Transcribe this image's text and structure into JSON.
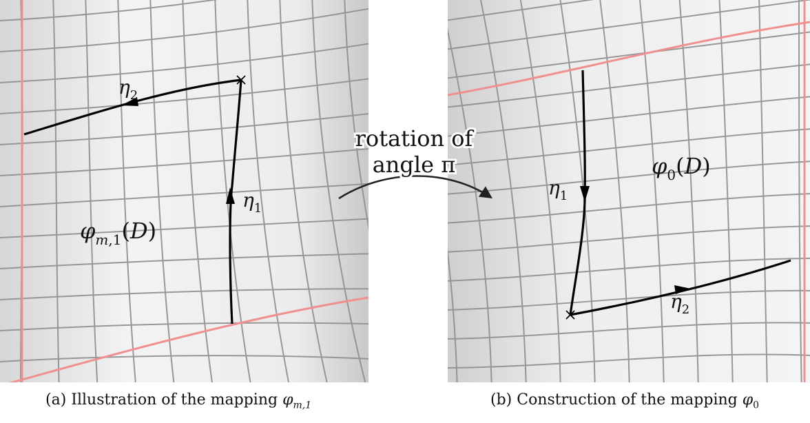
{
  "panel_a": {
    "region_label": "φm,1(D)",
    "path_labels": [
      "η1",
      "η2"
    ]
  },
  "panel_b": {
    "region_label": "φ0(D)",
    "path_labels": [
      "η1",
      "η2"
    ]
  },
  "transition": {
    "label_line1": "rotation of",
    "label_line2": "angle π"
  },
  "captions": {
    "a_prefix": "(a) Illustration of the mapping ",
    "a_symbol": "φ",
    "a_sub": "m,1",
    "b_prefix": "(b) Construction of the mapping ",
    "b_symbol": "φ",
    "b_sub": "0"
  },
  "colors": {
    "grid": "#8e8e8e",
    "boundary": "#f08f8f",
    "path": "#000000"
  }
}
